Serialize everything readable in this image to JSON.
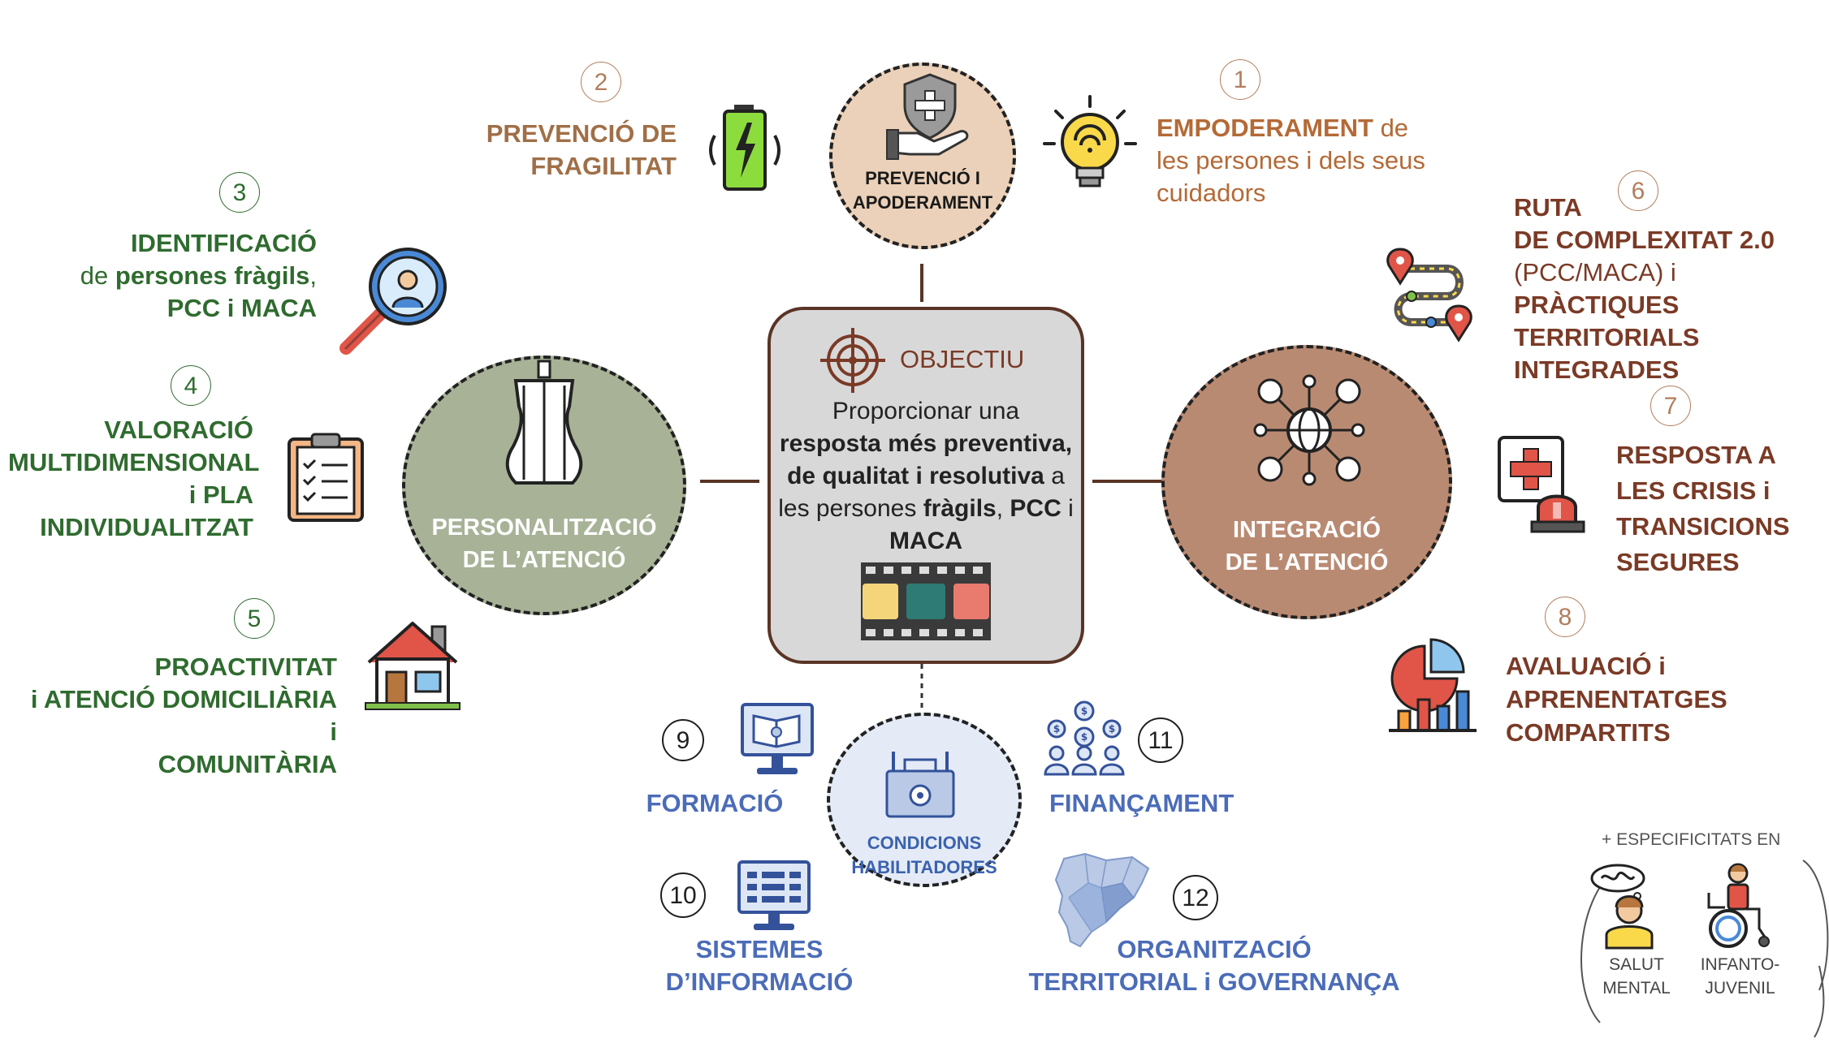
{
  "center": {
    "heading": "OBJECTIU",
    "line1": "Proporcionar una",
    "line2": "resposta més preventiva,",
    "line3_bold": "de qualitat i resolutiva",
    "line3_rest": " a",
    "line4_pre": "les persones ",
    "line4_bold1": "fràgils",
    "line4_mid": ", ",
    "line4_bold2": "PCC",
    "line4_rest": " i",
    "line5": "MACA"
  },
  "hubs": {
    "prevencio": {
      "line1": "PREVENCIÓ I",
      "line2": "APODERAMENT"
    },
    "personal": {
      "line1": "PERSONALITZACIÓ",
      "line2": "DE L’ATENCIÓ"
    },
    "integracio": {
      "line1": "INTEGRACIÓ",
      "line2": "DE L’ATENCIÓ"
    },
    "condicions": {
      "line1": "CONDICIONS",
      "line2": "HABILITADORES"
    }
  },
  "items": {
    "i1": {
      "num": "1",
      "bold": "EMPODERAMENT",
      "rest1": " de",
      "line2": "les persones i dels seus",
      "line3": "cuidadors"
    },
    "i2": {
      "num": "2",
      "line1": "PREVENCIÓ DE",
      "line2": "FRAGILITAT"
    },
    "i3": {
      "num": "3",
      "line1": "IDENTIFICACIÓ",
      "line2_pre": "de ",
      "line2_bold": "persones fràgils",
      "line2_post": ",",
      "line3": "PCC i MACA"
    },
    "i4": {
      "num": "4",
      "line1": "VALORACIÓ",
      "line2": "MULTIDIMENSIONAL",
      "line3": "i PLA",
      "line4": "INDIVIDUALITZAT"
    },
    "i5": {
      "num": "5",
      "line1": "PROACTIVITAT",
      "line2": "i ATENCIÓ DOMICILIÀRIA i",
      "line3": "COMUNITÀRIA"
    },
    "i6": {
      "num": "6",
      "line1": "RUTA",
      "line2": "DE COMPLEXITAT 2.0",
      "line3": "(PCC/MACA) i",
      "line4": "PRÀCTIQUES TERRITORIALS",
      "line5": "INTEGRADES"
    },
    "i7": {
      "num": "7",
      "line1": "RESPOSTA A",
      "line2": "LES CRISIS i",
      "line3": "TRANSICIONS",
      "line4": "SEGURES"
    },
    "i8": {
      "num": "8",
      "line1": "AVALUACIÓ i",
      "line2": "APRENENTATGES",
      "line3": "COMPARTITS"
    },
    "i9": {
      "num": "9",
      "line1": "FORMACIÓ"
    },
    "i10": {
      "num": "10",
      "line1": "SISTEMES",
      "line2": "D’INFORMACIÓ"
    },
    "i11": {
      "num": "11",
      "line1": "FINANÇAMENT"
    },
    "i12": {
      "num": "12",
      "line1": "ORGANITZACIÓ",
      "line2": "TERRITORIAL i GOVERNANÇA"
    }
  },
  "specificities": {
    "heading": "+ ESPECIFICITATS EN",
    "a1": "SALUT",
    "a2": "MENTAL",
    "b1": "INFANTO-",
    "b2": "JUVENIL"
  },
  "colors": {
    "prevencio_fill": "#ebd1b9",
    "personal_fill": "#a7b297",
    "integracio_fill": "#b98a72",
    "condicions_fill": "#e4ebf6",
    "center_fill": "#d8d8d8",
    "connector": "#5a3426"
  }
}
